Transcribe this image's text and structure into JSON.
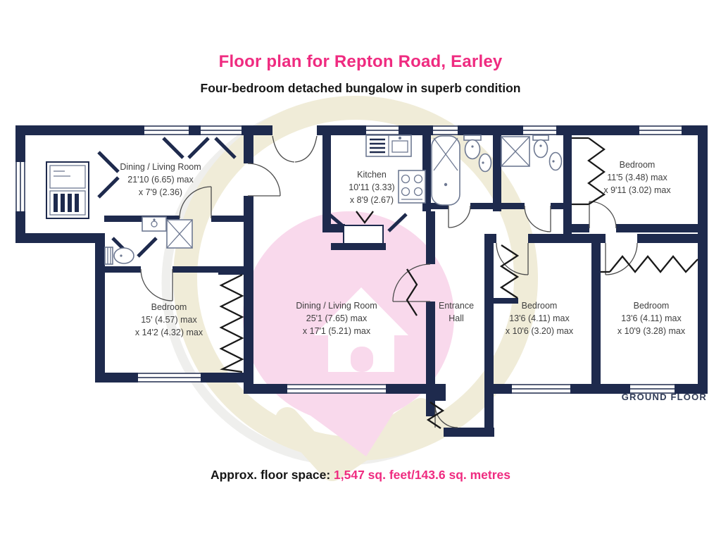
{
  "header": {
    "title": "Floor plan for Repton Road, Earley",
    "subtitle": "Four-bedroom detached bungalow in superb condition"
  },
  "footer": {
    "label": "Approx. floor space:",
    "value": "1,547 sq. feet/143.6 sq. metres"
  },
  "plan": {
    "floor_label": "GROUND FLOOR",
    "colors": {
      "wall": "#1e2a4d",
      "accent_pink": "#ef2b80",
      "watermark_cream": "#f0ecd8",
      "watermark_pink": "#f9d9ec"
    },
    "rooms": {
      "dining_living_top": {
        "name": "Dining / Living Room",
        "dim1": "21'10 (6.65) max",
        "dim2": "x 7'9 (2.36)"
      },
      "kitchen": {
        "name": "Kitchen",
        "dim1": "10'11 (3.33)",
        "dim2": "x 8'9 (2.67)"
      },
      "bedroom_top_right": {
        "name": "Bedroom",
        "dim1": "11'5 (3.48) max",
        "dim2": "x 9'11 (3.02) max"
      },
      "bedroom_left": {
        "name": "Bedroom",
        "dim1": "15' (4.57) max",
        "dim2": "x 14'2 (4.32) max"
      },
      "dining_living_main": {
        "name": "Dining / Living Room",
        "dim1": "25'1 (7.65) max",
        "dim2": "x 17'1 (5.21) max"
      },
      "entrance_hall": {
        "line1": "Entrance",
        "line2": "Hall"
      },
      "bedroom_middle": {
        "name": "Bedroom",
        "dim1": "13'6 (4.11) max",
        "dim2": "x 10'6 (3.20) max"
      },
      "bedroom_bottom_right": {
        "name": "Bedroom",
        "dim1": "13'6 (4.11) max",
        "dim2": "x 10'9 (3.28) max"
      }
    }
  }
}
